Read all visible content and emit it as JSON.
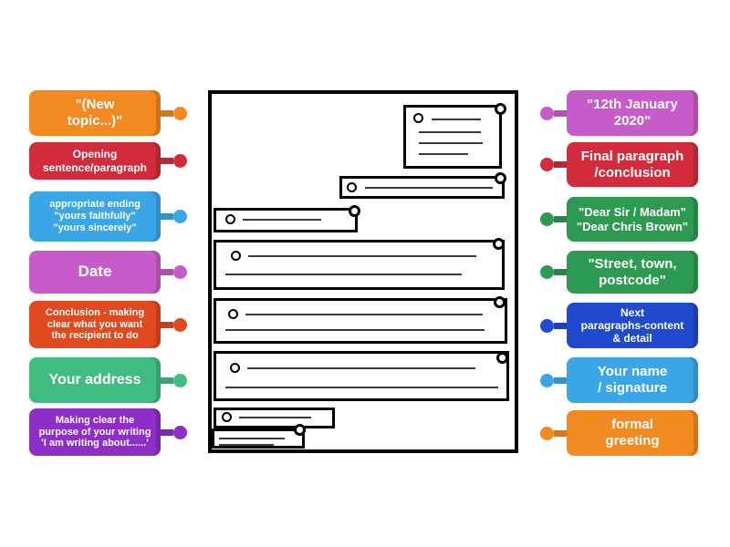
{
  "activity": {
    "type": "labelled-diagram",
    "background": "#ffffff"
  },
  "labels_left": [
    {
      "text": "\"(New\ntopic...)\"",
      "color": "#f28a21"
    },
    {
      "text": "Opening\nsentence/paragraph",
      "color": "#d22c3c"
    },
    {
      "text": "appropriate ending\n\"yours faithfully\"\n\"yours sincerely\"",
      "color": "#3ba6e6"
    },
    {
      "text": "Date",
      "color": "#c75bca"
    },
    {
      "text": "Conclusion - making\nclear what you want\nthe recipient to do",
      "color": "#e1491e"
    },
    {
      "text": "Your address",
      "color": "#3fbd80"
    },
    {
      "text": "Making clear the\npurpose of your writing\n'I am writing about......'",
      "color": "#8d2ec9"
    }
  ],
  "labels_right": [
    {
      "text": "\"12th January\n2020\"",
      "color": "#c75bca"
    },
    {
      "text": "Final paragraph\n/conclusion",
      "color": "#d22c3c"
    },
    {
      "text": "\"Dear Sir / Madam\"\n\"Dear Chris Brown\"",
      "color": "#2c9a50"
    },
    {
      "text": "\"Street, town,\npostcode\"",
      "color": "#2c9a50"
    },
    {
      "text": "Next\nparagraphs-content\n& detail",
      "color": "#2149ce"
    },
    {
      "text": "Your name\n/ signature",
      "color": "#3ba6e6"
    },
    {
      "text": "formal\ngreeting",
      "color": "#f28a21"
    }
  ]
}
